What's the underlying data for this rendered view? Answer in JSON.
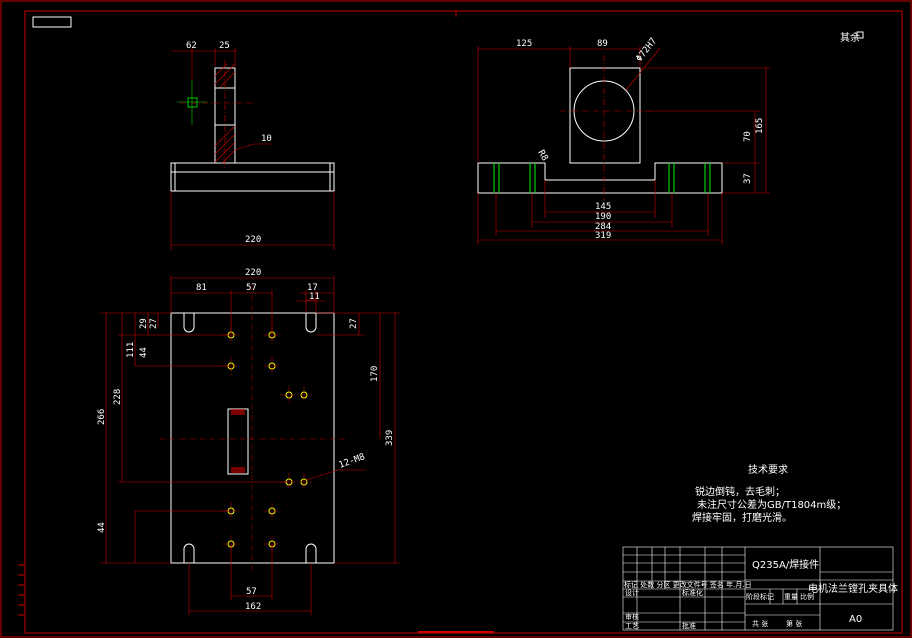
{
  "title_block": {
    "material": "Q235A/焊接件",
    "drawing_name": "电机法兰镗孔夹具体",
    "sheet_size": "A0",
    "header_row": "标记 处数  分区  更改文件号  签名  年.月.日",
    "row_design": "设计",
    "row_standardize": "标准化",
    "row_stage_mark": "阶段标记",
    "row_weight": "重量",
    "row_scale": "比例",
    "row_review": "审核",
    "row_process": "工艺",
    "row_approve": "批准",
    "row_total_sheets": "共  张",
    "row_sheet_no": "第  张"
  },
  "roughness_note": "其余",
  "tech_req": {
    "heading": "技术要求",
    "lines": [
      "锐边倒钝，去毛刺；",
      "未注尺寸公差为GB/T1804m级；",
      "焊接牢固，打磨光滑。"
    ]
  },
  "dims": {
    "side_top_left": "62",
    "side_top_right": "25",
    "side_leader": "10",
    "side_bottom": "220",
    "front_left": "125",
    "front_mid": "89",
    "front_bore": "Φ72H7",
    "front_base_mark": "R8",
    "front_h1": "70",
    "front_h2": "165",
    "front_h3": "37",
    "front_b1": "145",
    "front_b2": "190",
    "front_b3": "284",
    "front_b4": "319",
    "plan_top": "220",
    "plan_81": "81",
    "plan_57": "57",
    "plan_17": "17",
    "plan_11": "11",
    "plan_29": "29",
    "plan_27a": "27",
    "plan_27b": "27",
    "plan_111": "111",
    "plan_44a": "44",
    "plan_228": "228",
    "plan_266": "266",
    "plan_170": "170",
    "plan_339": "339",
    "plan_holes": "12-M8",
    "plan_44b": "44",
    "plan_57b": "57",
    "plan_162": "162"
  }
}
